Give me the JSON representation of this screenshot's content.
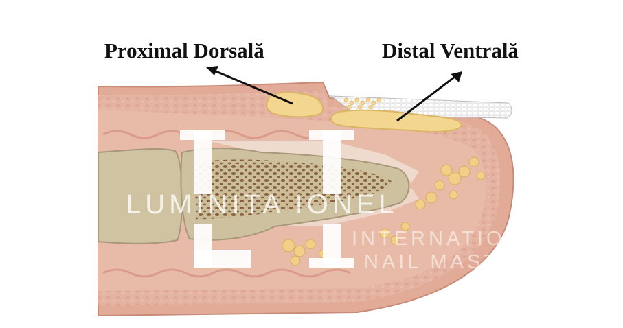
{
  "labels": {
    "proximal": "Proximal Dorsală",
    "distal": "Distal Ventrală"
  },
  "watermark": {
    "name": "LUMINITA IONEL",
    "tagline_1": "INTERNATIONAL",
    "tagline_2": "NAIL MASTER",
    "logo_letters": "LI"
  },
  "colors": {
    "skin": "#e7b9a6",
    "dermis": "#dca190",
    "bone": "#ccc1a0",
    "fat": "#f3d28a",
    "nail_plate": "#ececec",
    "arrow": "#111111"
  }
}
